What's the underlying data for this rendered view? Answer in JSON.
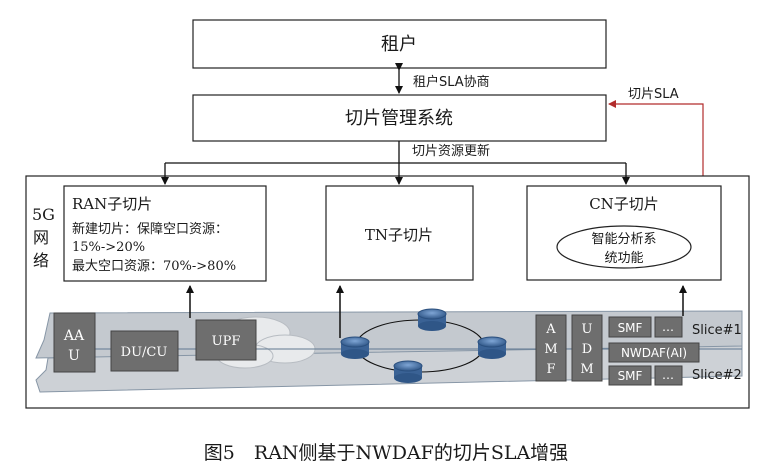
{
  "tenant": {
    "label": "租户"
  },
  "negotiation_label": "租户SLA协商",
  "slice_mgmt": {
    "label": "切片管理系统"
  },
  "slice_sla_label": "切片SLA",
  "resource_update_label": "切片资源更新",
  "network": {
    "label_line1": "5G",
    "label_line2": "网",
    "label_line3": "络"
  },
  "ran_subslice": {
    "title": "RAN子切片",
    "line1": "新建切片：保障空口资源：",
    "line2": "15%->20%",
    "line3": "最大空口资源：70%->80%"
  },
  "tn_subslice": {
    "title": "TN子切片"
  },
  "cn_subslice": {
    "title": "CN子切片",
    "ai_line1": "智能分析系",
    "ai_line2": "统功能"
  },
  "network_elements": {
    "aau_line1": "AA",
    "aau_line2": "U",
    "du_cu": "DU/CU",
    "upf": "UPF",
    "amf": [
      "A",
      "M",
      "F"
    ],
    "udm": [
      "U",
      "D",
      "M"
    ],
    "smf_1": "SMF",
    "more_1": "…",
    "nwdaf": "NWDAF(AI)",
    "smf_2": "SMF",
    "more_2": "…"
  },
  "slice_1_label": "Slice#1",
  "slice_2_label": "Slice#2",
  "caption": "图5　RAN侧基于NWDAF的切片SLA增强",
  "colors": {
    "box_gray": "#6e6e6e",
    "plane_fill": "#c9cdd2",
    "plane_line": "#7f8f9f",
    "router_blue": "#4b73a8",
    "sla_arrow": "#b22c2c"
  }
}
